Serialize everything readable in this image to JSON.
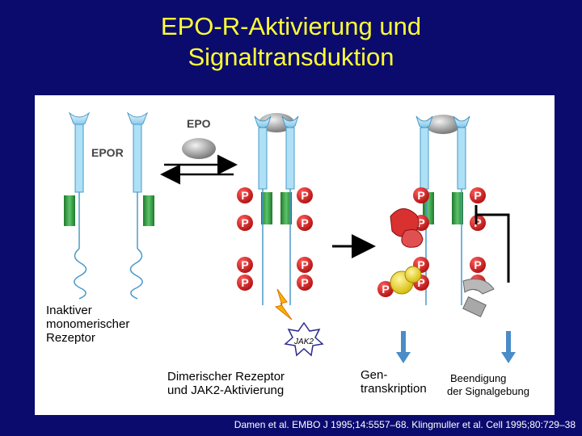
{
  "slide": {
    "title_line1": "EPO-R-Aktivierung und",
    "title_line2": "Signaltransduktion"
  },
  "diagram": {
    "epo_label": "EPO",
    "epor_label": "EPOR",
    "jak2_label": "JAK2",
    "phospho_label": "P",
    "captions": {
      "inactive_line1": "Inaktiver",
      "inactive_line2": "monomerischer",
      "inactive_line3": "Rezeptor",
      "dimeric_line1": "Dimerischer Rezeptor",
      "dimeric_line2": "und JAK2-Aktivierung",
      "gene_line1": "Gen-",
      "gene_line2": "transkription",
      "end_line1": "Beendigung",
      "end_line2": "der Signalgebung"
    }
  },
  "citation": {
    "text": "Damen et al. EMBO J 1995;14:5557–68. Klingmuller et al. Cell 1995;80:729–38"
  },
  "colors": {
    "background": "#0b0b6e",
    "title": "#ffff33",
    "receptor": "#aee0f6",
    "transmembrane": "#2f9a3e",
    "phospho": "#cc1b1b",
    "epo": "#9a9a9a",
    "signal_arrow": "#4a8cc8"
  }
}
